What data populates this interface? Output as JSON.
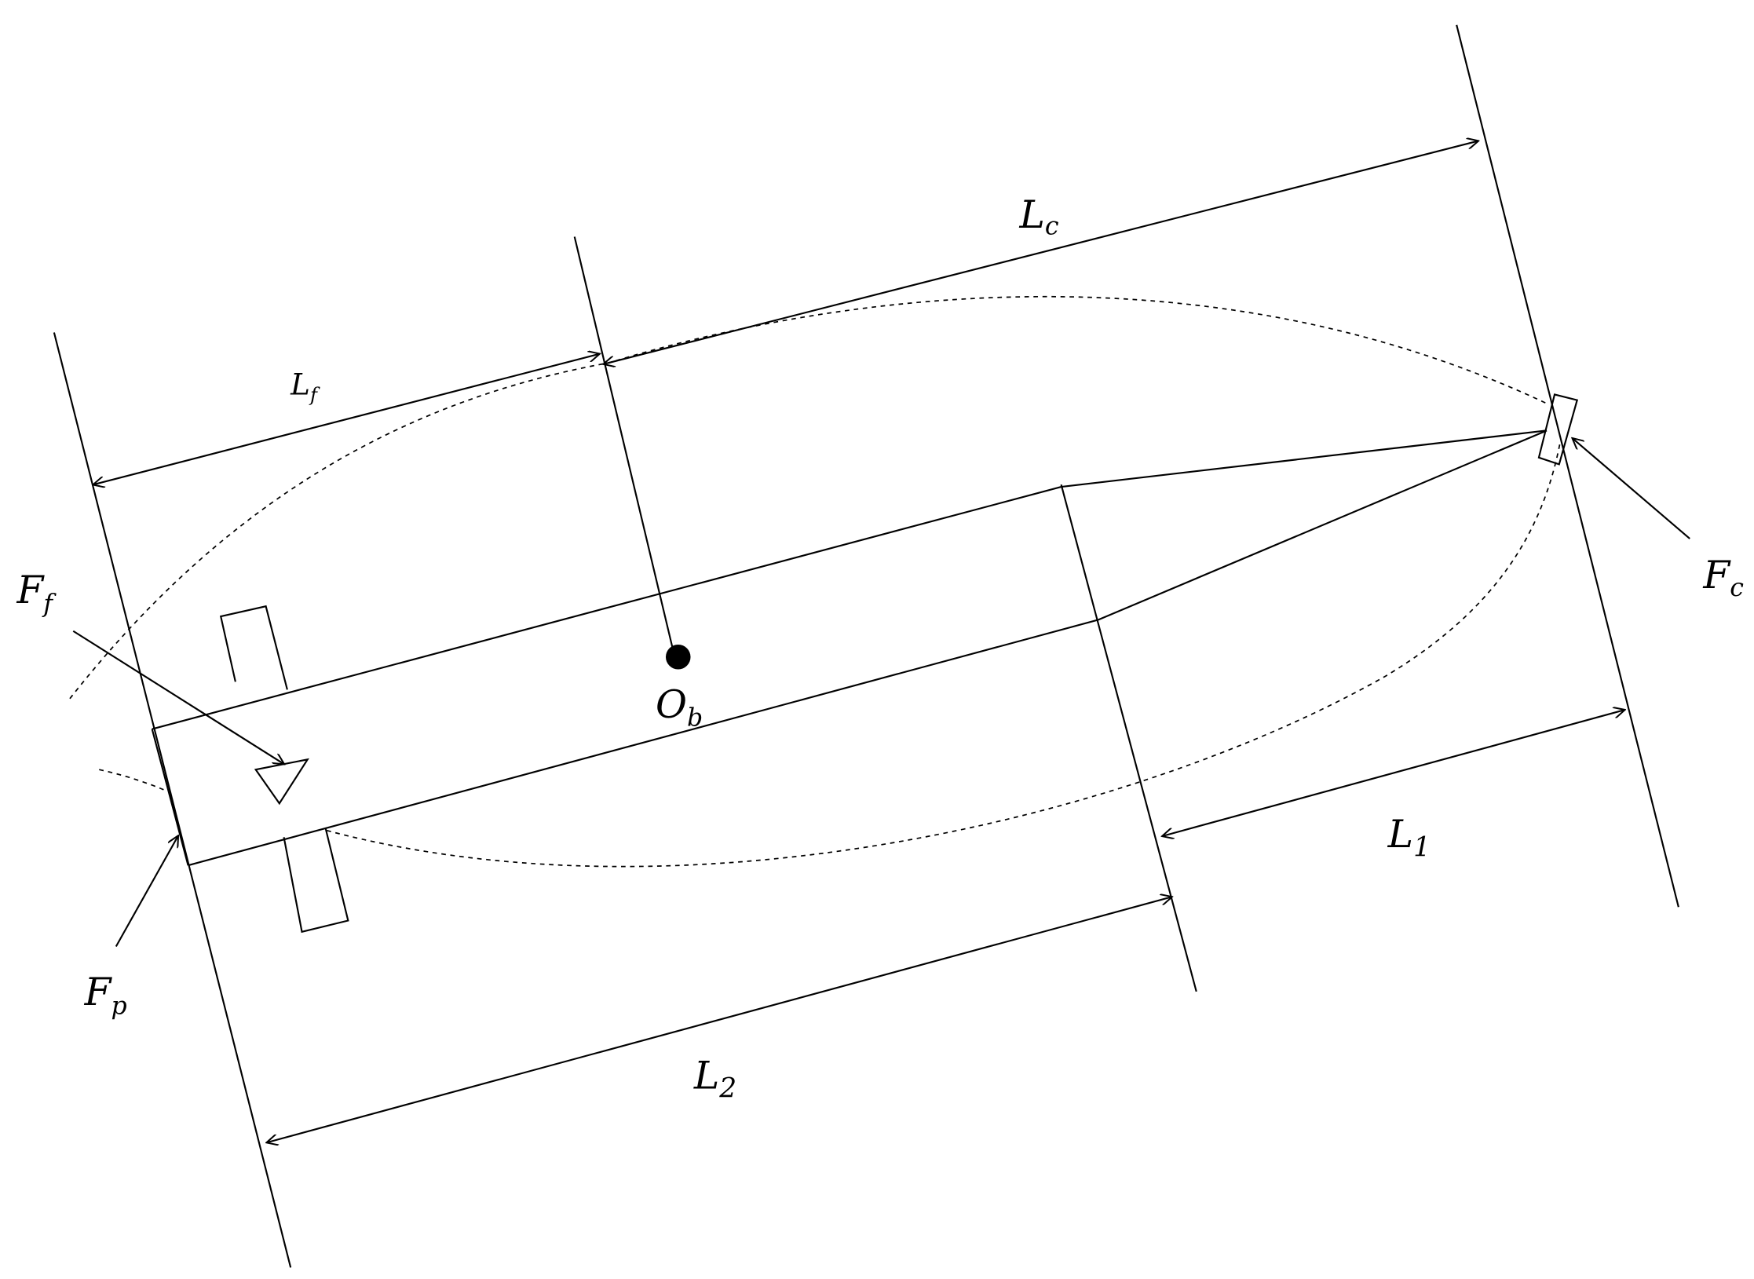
{
  "labels": {
    "Lc": {
      "main": "L",
      "sub": "c"
    },
    "Lf": {
      "main": "L",
      "sub": "f"
    },
    "Ff": {
      "main": "F",
      "sub": "f"
    },
    "Fc": {
      "main": "F",
      "sub": "c"
    },
    "Ob": {
      "main": "O",
      "sub": "b"
    },
    "L1": {
      "main": "L",
      "sub": "1"
    },
    "L2": {
      "main": "L",
      "sub": "2"
    },
    "Fp": {
      "main": "F",
      "sub": "p"
    }
  },
  "colors": {
    "stroke": "#000000",
    "background": "#ffffff"
  }
}
